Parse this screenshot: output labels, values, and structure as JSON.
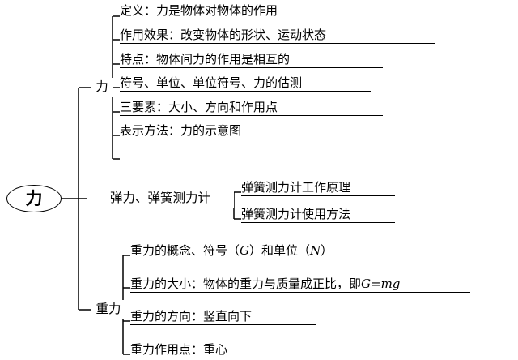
{
  "diagram": {
    "type": "mindmap",
    "title_node": "力",
    "branches": [
      {
        "label": "力",
        "items": [
          "定义：力是物体对物体的作用",
          "作用效果：改变物体的形状、运动状态",
          "特点：物体间力的作用是相互的",
          "符号、单位、单位符号、力的估测",
          "三要素：大小、方向和作用点",
          "表示方法：力的示意图"
        ]
      },
      {
        "label": "弹力、弹簧测力计",
        "items": [
          "弹簧测力计工作原理",
          "弹簧测力计使用方法"
        ]
      },
      {
        "label": "重力",
        "items": [
          "重力的概念、符号（G）和单位（N）",
          "重力的大小：物体的重力与质量成正比，即G=mg",
          "重力的方向：竖直向下",
          "重力作用点：重心"
        ]
      }
    ]
  }
}
